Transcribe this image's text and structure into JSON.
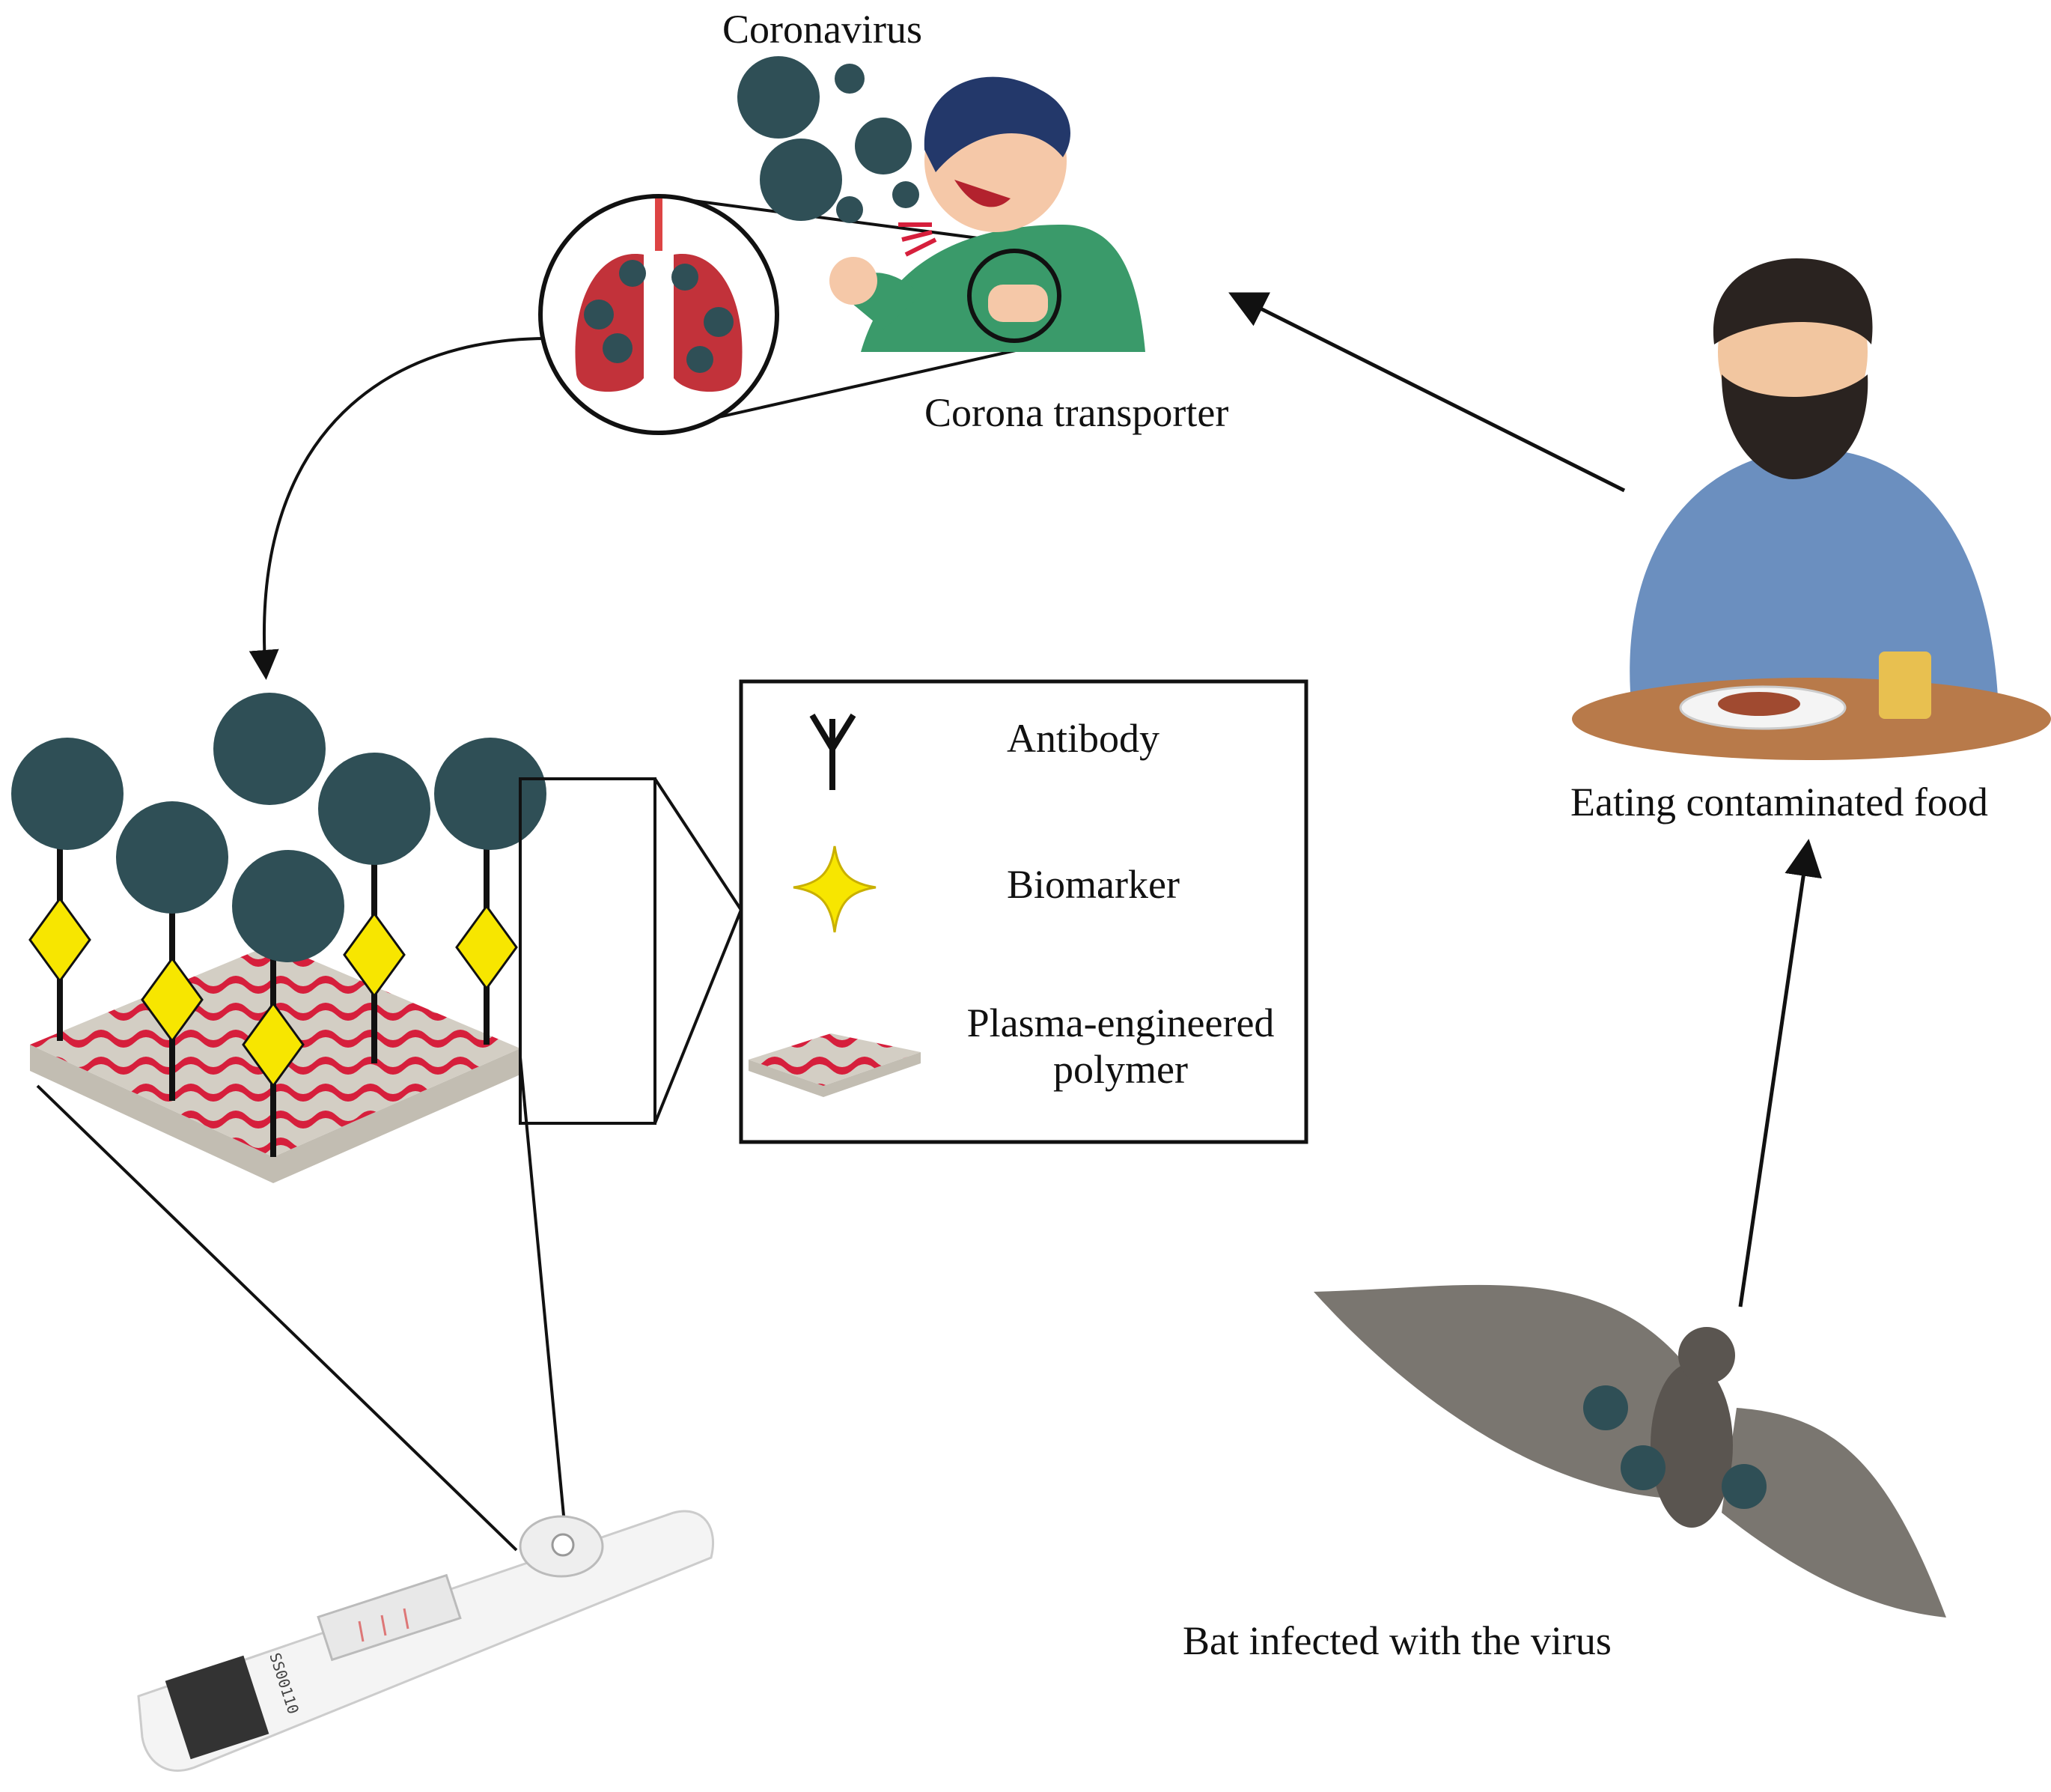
{
  "labels": {
    "coronavirus": "Coronavirus",
    "corona_transporter": "Corona transporter",
    "eating": "Eating contaminated food",
    "bat": "Bat infected with the virus"
  },
  "legend": {
    "antibody": "Antibody",
    "biomarker": "Biomarker",
    "polymer_line1": "Plasma-engineered",
    "polymer_line2": "polymer"
  },
  "test_strip": {
    "code": "SS00110"
  },
  "colors": {
    "virus_body": "#2f4f56",
    "virus_spike": "#b0202a",
    "polymer_red": "#d61f3c",
    "polymer_base": "#d3cec4",
    "biomarker_yellow": "#f7e600",
    "shirt_green": "#3a9a6a",
    "shirt_blue": "#6b8fbf",
    "lung_red": "#c2323a"
  }
}
